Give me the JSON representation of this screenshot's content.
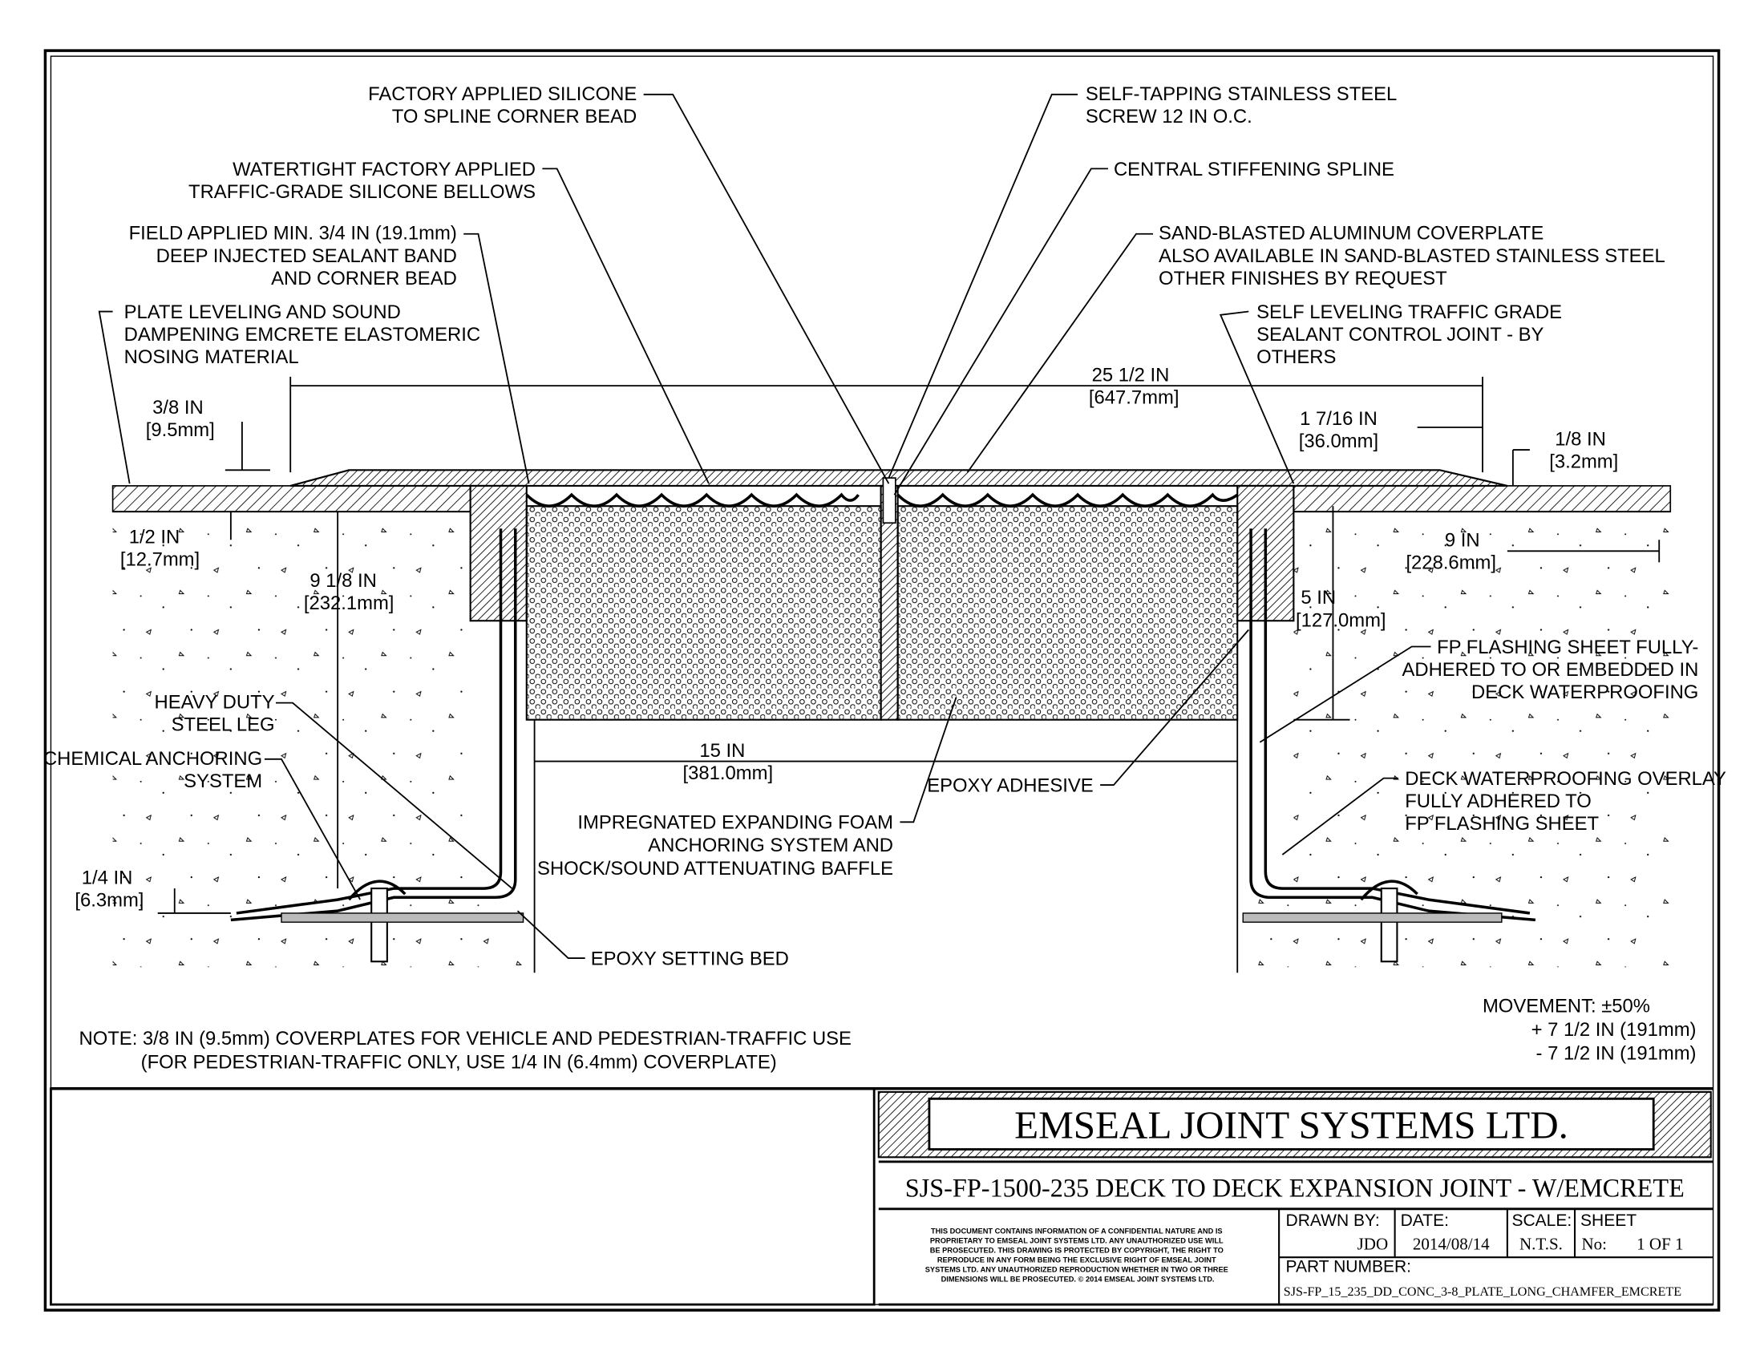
{
  "labels": {
    "factory_silicone": [
      "FACTORY APPLIED SILICONE",
      "TO SPLINE CORNER BEAD"
    ],
    "self_tapping": [
      "SELF-TAPPING STAINLESS STEEL",
      "SCREW 12 IN O.C."
    ],
    "watertight_bellows": [
      "WATERTIGHT FACTORY APPLIED",
      "TRAFFIC-GRADE SILICONE BELLOWS"
    ],
    "central_spline": [
      "CENTRAL STIFFENING SPLINE"
    ],
    "coverplate": [
      "SAND-BLASTED ALUMINUM COVERPLATE",
      "ALSO AVAILABLE IN SAND-BLASTED STAINLESS STEEL",
      "OTHER FINISHES BY REQUEST"
    ],
    "field_applied": [
      "FIELD APPLIED MIN. 3/4 IN (19.1mm)",
      "DEEP INJECTED SEALANT BAND",
      "AND CORNER BEAD"
    ],
    "plate_leveling": [
      "PLATE LEVELING AND SOUND",
      "DAMPENING EMCRETE ELASTOMERIC",
      "NOSING MATERIAL"
    ],
    "self_leveling": [
      "SELF LEVELING TRAFFIC GRADE",
      "SEALANT CONTROL JOINT - BY",
      "OTHERS"
    ],
    "heavy_leg": [
      "HEAVY DUTY",
      "STEEL LEG"
    ],
    "chemical_anchoring": [
      "CHEMICAL ANCHORING",
      "SYSTEM"
    ],
    "impregnated_foam": [
      "IMPREGNATED EXPANDING FOAM",
      "ANCHORING SYSTEM AND",
      "SHOCK/SOUND ATTENUATING BAFFLE"
    ],
    "epoxy_adhesive": [
      "EPOXY ADHESIVE"
    ],
    "fp_flashing": [
      "FP FLASHING SHEET FULLY-",
      "ADHERED TO OR EMBEDDED IN",
      "DECK WATERPROOFING"
    ],
    "deck_waterproofing": [
      "DECK WATERPROOFING OVERLAY",
      "FULLY ADHERED TO",
      "FP FLASHING SHEET"
    ],
    "epoxy_setting_bed": [
      "EPOXY SETTING BED"
    ]
  },
  "dimensions": {
    "overall": [
      "25 1/2 IN",
      "[647.7mm]"
    ],
    "plate_thk": [
      "3/8 IN",
      "[9.5mm]"
    ],
    "chamfer": [
      "1 7/16 IN",
      "[36.0mm]"
    ],
    "chamfer_h": [
      "1/8 IN",
      "[3.2mm]"
    ],
    "nosing": [
      "1/2 IN",
      "[12.7mm]"
    ],
    "depth": [
      "9 1/8 IN",
      "[232.1mm]"
    ],
    "right_width": [
      "9 IN",
      "[228.6mm]"
    ],
    "foam_depth": [
      "5 IN",
      "[127.0mm]"
    ],
    "gap": [
      "15 IN",
      "[381.0mm]"
    ],
    "flange": [
      "1/4 IN",
      "[6.3mm]"
    ]
  },
  "note": [
    "NOTE: 3/8 IN (9.5mm) COVERPLATES FOR VEHICLE AND PEDESTRIAN-TRAFFIC USE",
    "(FOR PEDESTRIAN-TRAFFIC ONLY, USE 1/4 IN (6.4mm) COVERPLATE)"
  ],
  "movement": [
    "MOVEMENT: ±50%",
    "+ 7 1/2 IN (191mm)",
    "- 7 1/2 IN (191mm)"
  ],
  "title_block": {
    "company": "EMSEAL JOINT SYSTEMS LTD.",
    "title": "SJS-FP-1500-235  DECK TO DECK EXPANSION JOINT - W/EMCRETE",
    "confidential": [
      "THIS DOCUMENT CONTAINS INFORMATION OF A CONFIDENTIAL NATURE AND IS",
      "PROPRIETARY TO EMSEAL JOINT SYSTEMS LTD. ANY UNAUTHORIZED USE WILL",
      "BE PROSECUTED. THIS DRAWING IS PROTECTED BY COPYRIGHT, THE RIGHT TO",
      "REPRODUCE IN ANY FORM BEING THE EXCLUSIVE RIGHT OF EMSEAL JOINT",
      "SYSTEMS LTD. ANY UNAUTHORIZED REPRODUCTION WHETHER IN TWO OR THREE",
      "DIMENSIONS WILL BE PROSECUTED. © 2014 EMSEAL JOINT SYSTEMS LTD."
    ],
    "drawn_by_label": "DRAWN BY:",
    "drawn_by": "JDO",
    "date_label": "DATE:",
    "date": "2014/08/14",
    "scale_label": "SCALE:",
    "scale": "N.T.S.",
    "sheet_label": "SHEET",
    "sheet_no_label": "No:",
    "sheet": "1 OF 1",
    "part_label": "PART NUMBER:",
    "part_number": "SJS-FP_15_235_DD_CONC_3-8_PLATE_LONG_CHAMFER_EMCRETE"
  }
}
